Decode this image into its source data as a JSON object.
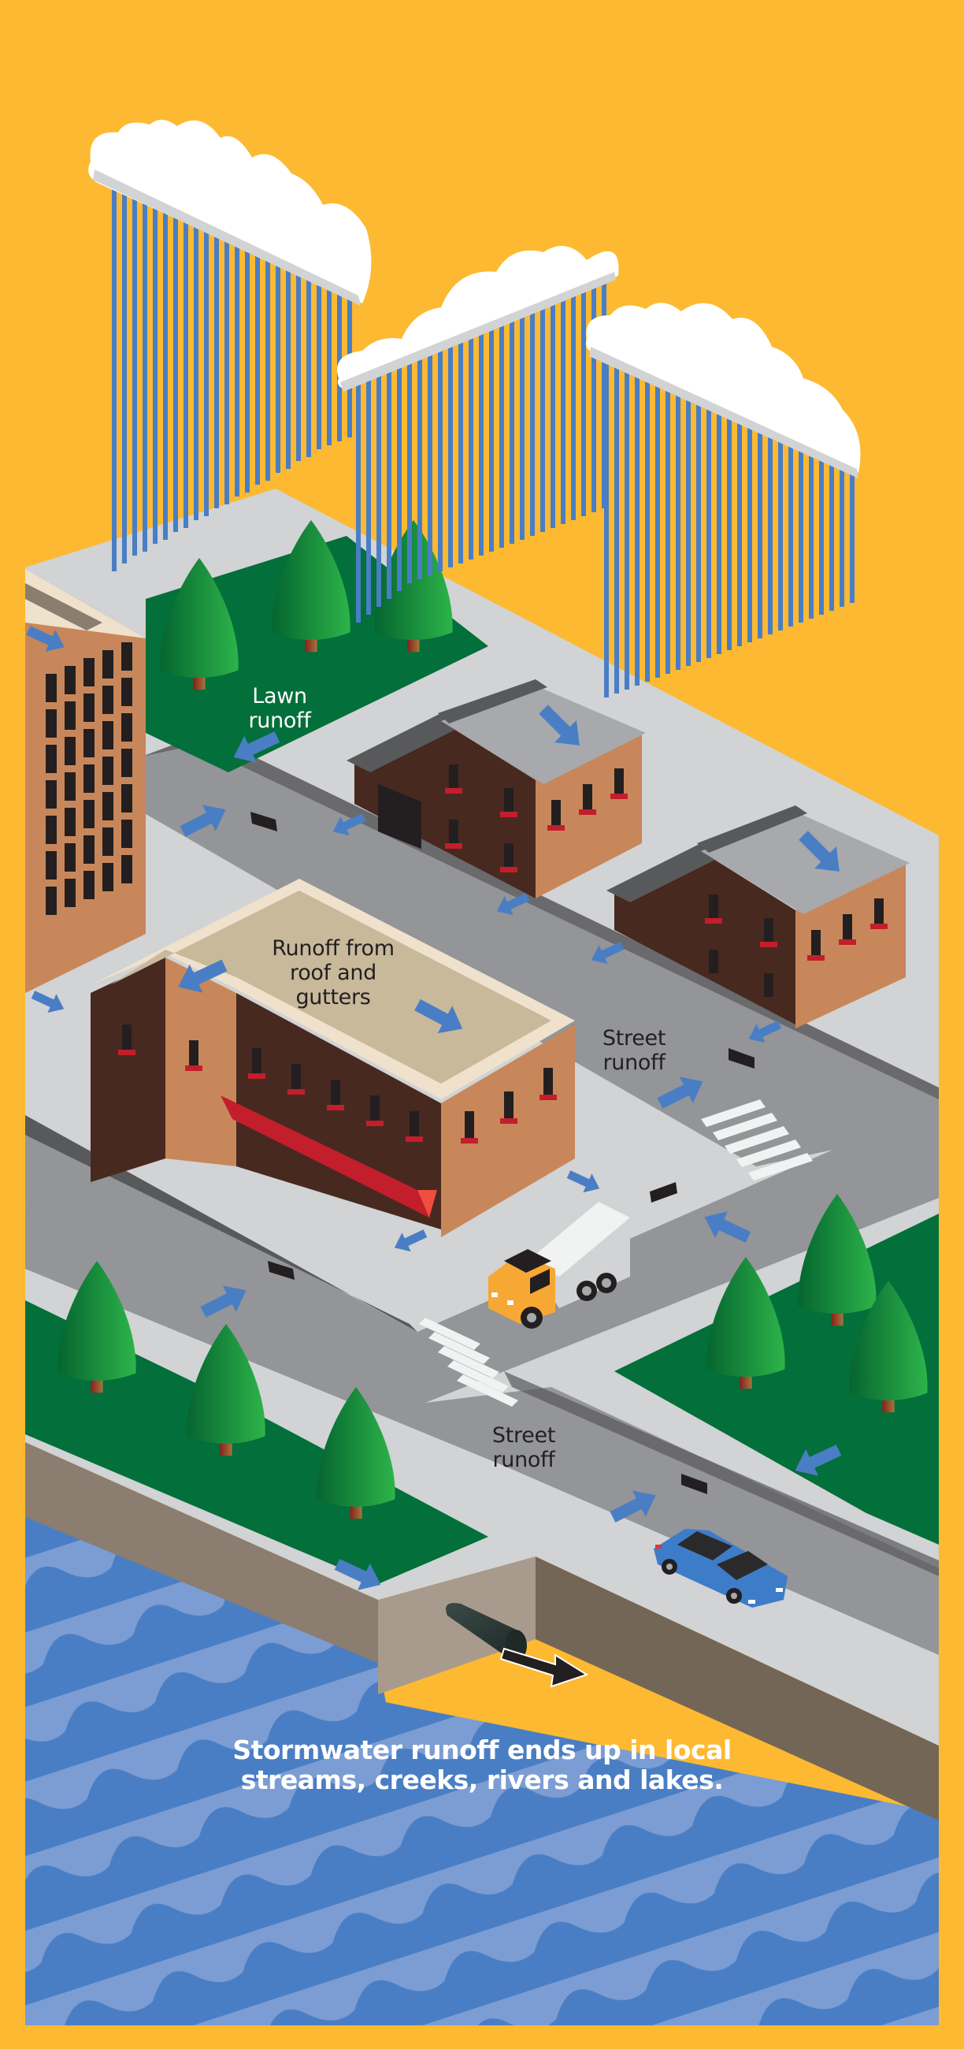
{
  "infographic": {
    "topic": "Stormwater runoff",
    "background_color": "#FDB931",
    "labels": {
      "lawn_runoff": "Lawn\nrunoff",
      "roof_runoff": "Runoff from\nroof and\ngutters",
      "street_runoff_upper": "Street\nrunoff",
      "street_runoff_lower": "Street\nrunoff"
    },
    "caption": "Stormwater runoff ends up in local\nstreams, creeks, rivers and lakes.",
    "elements": {
      "clouds": [
        "rain-cloud-left",
        "rain-cloud-center",
        "rain-cloud-right"
      ],
      "buildings": [
        "apartment-tower",
        "house-upper",
        "house-right",
        "storefront-building"
      ],
      "vehicles": [
        "delivery-truck",
        "blue-sedan"
      ],
      "features": [
        "lawn-upper",
        "lawn-right",
        "lawn-lower",
        "storm-drains",
        "crosswalks",
        "outfall-pipe",
        "river-water"
      ]
    },
    "colors": {
      "water_dark": "#4A7EC4",
      "water_light": "#7B9DD3",
      "runoff_arrow": "#4A7EC4",
      "street": "#939598",
      "sidewalk": "#D1D3D4",
      "grass": "#036F3A",
      "brick_dark": "#472920",
      "brick_light": "#C8875A",
      "awning": "#C21E2C",
      "truck_cab": "#F7A733",
      "car": "#3D7CC9"
    }
  }
}
